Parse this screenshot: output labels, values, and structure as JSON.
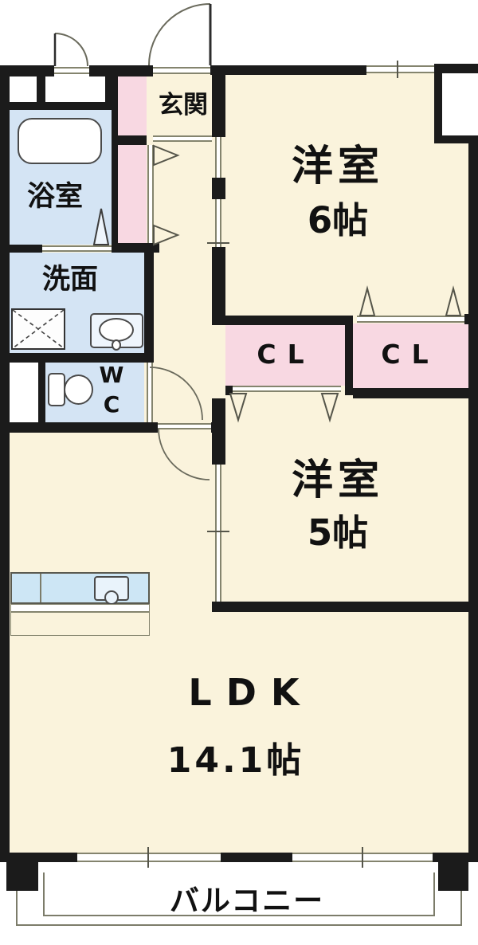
{
  "rooms": {
    "genkan": {
      "label": "玄関"
    },
    "bathroom": {
      "label": "浴室"
    },
    "washroom": {
      "label": "洗面"
    },
    "wc": {
      "letters": [
        "W",
        "C"
      ]
    },
    "bedroom6": {
      "label": "洋室",
      "size": "6帖"
    },
    "bedroom5": {
      "label": "洋室",
      "size": "5帖"
    },
    "closet_left": {
      "label": "CL"
    },
    "closet_right": {
      "label": "CL"
    },
    "ldk": {
      "label": "LDK",
      "size": "14.1帖"
    },
    "balcony": {
      "label": "バルコニー"
    }
  },
  "icons": {
    "bathtub": "bathtub-icon",
    "toilet": "toilet-icon",
    "washbasin": "washbasin-icon",
    "washer_space": "washing-machine-space-icon",
    "kitchen_sink": "kitchen-sink-icon"
  },
  "colors": {
    "wall": "#1b1b1b",
    "floor_cream": "#faf3dc",
    "wet_area_blue": "#d4e4f4",
    "kitchen_blue": "#cde6f5",
    "closet_pink": "#f8d8e2",
    "line_gray": "#84846e",
    "text": "#111111"
  }
}
